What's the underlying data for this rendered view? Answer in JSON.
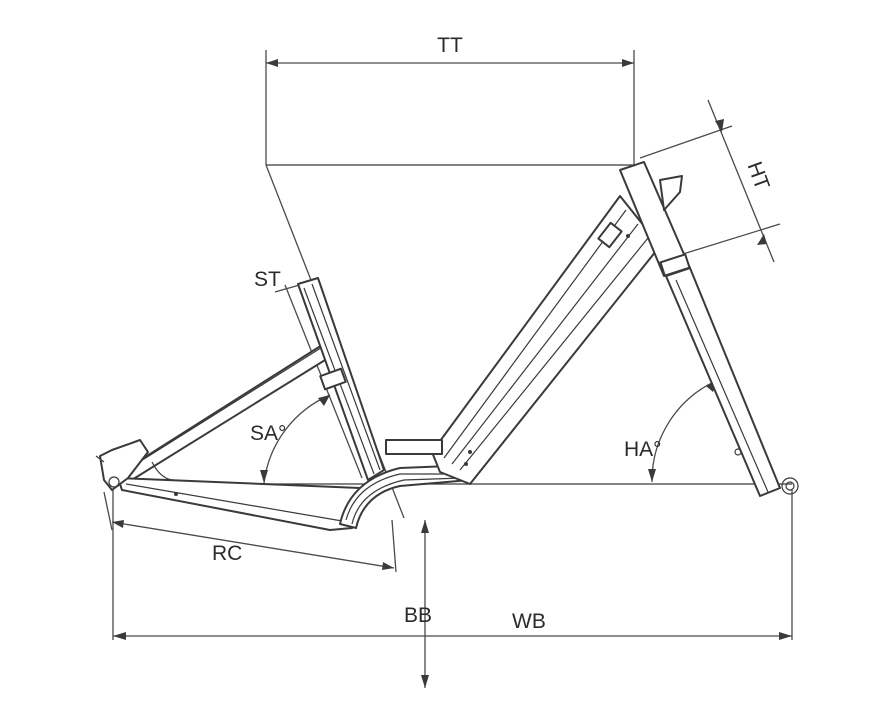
{
  "diagram": {
    "labels": {
      "tt": "TT",
      "ht": "HT",
      "st": "ST",
      "sa": "SA°",
      "ha": "HA°",
      "rc": "RC",
      "bb": "BB",
      "wb": "WB"
    },
    "colors": {
      "line": "#3a3a3a",
      "background": "#ffffff"
    }
  }
}
